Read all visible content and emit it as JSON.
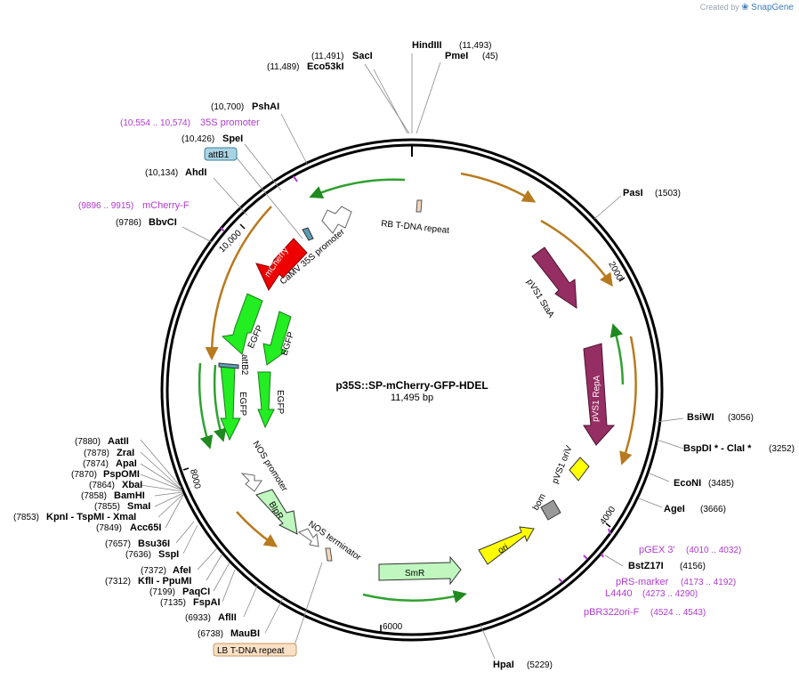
{
  "branding": {
    "created_by": "Created by",
    "name": "SnapGene"
  },
  "plasmid": {
    "name": "p35S::SP-mCherry-GFP-HDEL",
    "size": "11,495 bp"
  },
  "ticks": [
    "2000",
    "4000",
    "6000",
    "8000",
    "10,000"
  ],
  "enzymes": [
    {
      "pos": "(11,491)",
      "name": "SacI"
    },
    {
      "pos": "(11,489)",
      "name": "Eco53kI"
    },
    {
      "pos": "(11,493)",
      "name": "HindIII"
    },
    {
      "pos": "(45)",
      "name": "PmeI"
    },
    {
      "pos": "(10,700)",
      "name": "PshAI"
    },
    {
      "pos": "(10,426)",
      "name": "SpeI"
    },
    {
      "pos": "(10,134)",
      "name": "AhdI"
    },
    {
      "pos": "(9786)",
      "name": "BbvCI"
    },
    {
      "pos": "(1503)",
      "name": "PasI"
    },
    {
      "pos": "(3056)",
      "name": "BsiWI"
    },
    {
      "pos": "(3252)",
      "name": "BspDI * - ClaI *"
    },
    {
      "pos": "(3485)",
      "name": "EcoNI"
    },
    {
      "pos": "(3666)",
      "name": "AgeI"
    },
    {
      "pos": "(4156)",
      "name": "BstZ17I"
    },
    {
      "pos": "(5229)",
      "name": "HpaI"
    },
    {
      "pos": "(7880)",
      "name": "AatII"
    },
    {
      "pos": "(7878)",
      "name": "ZraI"
    },
    {
      "pos": "(7874)",
      "name": "ApaI"
    },
    {
      "pos": "(7870)",
      "name": "PspOMI"
    },
    {
      "pos": "(7864)",
      "name": "XbaI"
    },
    {
      "pos": "(7858)",
      "name": "BamHI"
    },
    {
      "pos": "(7855)",
      "name": "SmaI"
    },
    {
      "pos": "(7853)",
      "name": "KpnI   - TspMI   - XmaI"
    },
    {
      "pos": "(7849)",
      "name": "Acc65I"
    },
    {
      "pos": "(7657)",
      "name": "Bsu36I"
    },
    {
      "pos": "(7636)",
      "name": "SspI"
    },
    {
      "pos": "(7372)",
      "name": "AfeI"
    },
    {
      "pos": "(7312)",
      "name": "KflI   - PpuMI"
    },
    {
      "pos": "(7199)",
      "name": "PaqCI"
    },
    {
      "pos": "(7135)",
      "name": "FspAI"
    },
    {
      "pos": "(6933)",
      "name": "AflII"
    },
    {
      "pos": "(6738)",
      "name": "MauBI"
    }
  ],
  "primers": [
    {
      "range": "(10,554 .. 10,574)",
      "name": "35S promoter"
    },
    {
      "range": "(9896 .. 9915)",
      "name": "mCherry-F"
    },
    {
      "name": "pGEX 3'",
      "range": "(4010 .. 4032)"
    },
    {
      "name": "pRS-marker",
      "range": "(4173 .. 4192)"
    },
    {
      "name": "L4440",
      "range": "(4273 .. 4290)"
    },
    {
      "name": "pBR322ori-F",
      "range": "(4524 .. 4543)"
    }
  ],
  "features": {
    "attB1": "attB1",
    "rb": "RB T-DNA repeat",
    "lb": "LB T-DNA repeat",
    "camv": "CaMV 35S promoter",
    "mcherry": "mCherry",
    "egfp": "EGFP",
    "attB2": "attB2",
    "pvs1_staa": "pVS1 StaA",
    "pvs1_repa": "pVS1 RepA",
    "pvs1_oriv": "pVS1 oriV",
    "bom": "bom",
    "ori": "ori",
    "smr": "SmR",
    "blpr": "BlpR",
    "nos_promoter": "NOS promoter",
    "nos_terminator": "NOS terminator"
  },
  "colors": {
    "backbone": "#000000",
    "promoter_arrow": "#ffffff",
    "mcherry": "#ee0000",
    "egfp": "#22ee22",
    "pvs1": "#952e62",
    "oriv": "#ffff00",
    "bom": "#999999",
    "ori": "#ffff00",
    "smr": "#bff7bf",
    "blpr": "#bff7bf",
    "primer": "#b03ad0",
    "orf_orange": "#c98a2a",
    "orf_green": "#2fa12f"
  }
}
